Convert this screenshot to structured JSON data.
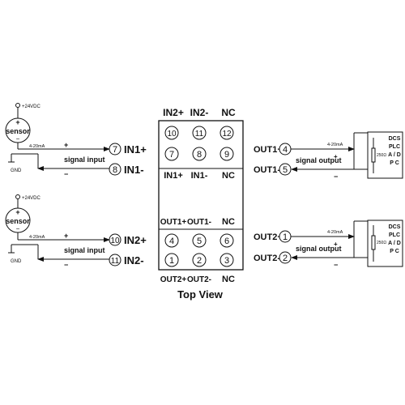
{
  "supply": "+24VDC",
  "sensor_label": "sensor",
  "sensor_plus": "+",
  "sensor_minus": "−",
  "loop_current": "4-20mA",
  "gnd": "GND",
  "signal_input": "signal input",
  "signal_output": "signal output",
  "plus": "+",
  "minus": "−",
  "inputs": [
    {
      "pos_num": "7",
      "pos_label": "IN1+",
      "neg_num": "8",
      "neg_label": "IN1-"
    },
    {
      "pos_num": "10",
      "pos_label": "IN2+",
      "neg_num": "11",
      "neg_label": "IN2-"
    }
  ],
  "outputs": [
    {
      "pos_label": "OUT1+",
      "pos_num": "4",
      "neg_label": "OUT1-",
      "neg_num": "5"
    },
    {
      "pos_label": "OUT2+",
      "pos_num": "1",
      "neg_label": "OUT2-",
      "neg_num": "2"
    }
  ],
  "device": {
    "top_header": [
      "IN2+",
      "IN2-",
      "NC"
    ],
    "row1": [
      "10",
      "11",
      "12"
    ],
    "row2": [
      "7",
      "8",
      "9"
    ],
    "mid_top": [
      "IN1+",
      "IN1-",
      "NC"
    ],
    "mid_bottom": [
      "OUT1+",
      "OUT1-",
      "NC"
    ],
    "row3": [
      "4",
      "5",
      "6"
    ],
    "row4": [
      "1",
      "2",
      "3"
    ],
    "bottom_header": [
      "OUT2+",
      "OUT2-",
      "NC"
    ],
    "caption": "Top View"
  },
  "receiver": {
    "line1": "DCS",
    "line2": "PLC",
    "line3": "A / D",
    "line4": "P   C",
    "resistor": "250Ω"
  }
}
